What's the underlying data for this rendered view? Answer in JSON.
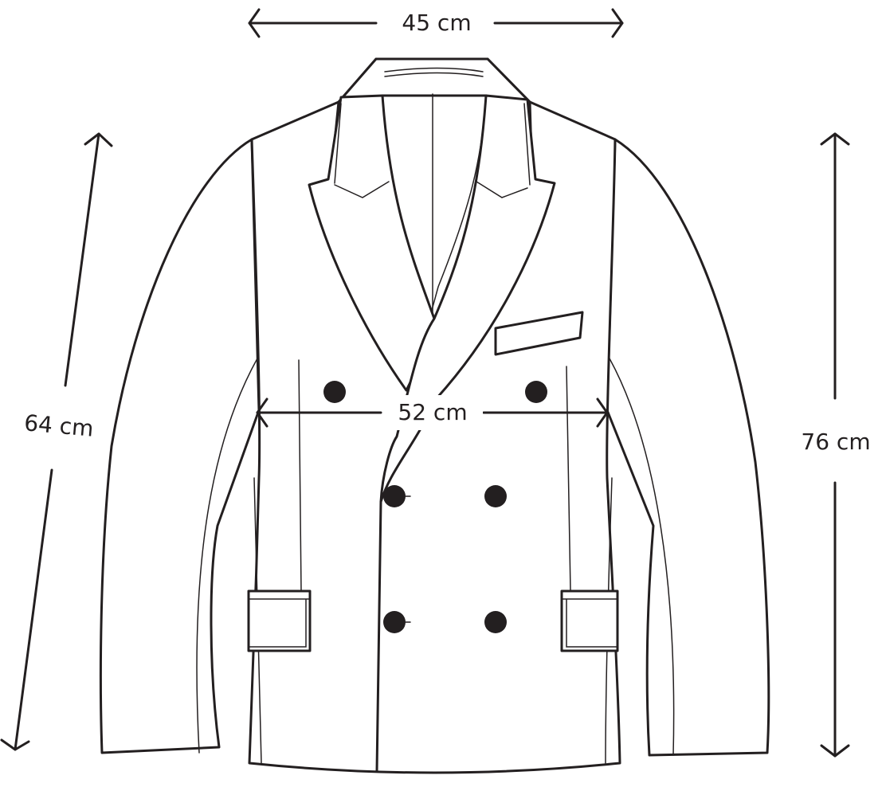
{
  "measurements": {
    "shoulder_width": "45 cm",
    "chest_width": "52 cm",
    "sleeve_length": "64 cm",
    "body_length": "76 cm"
  },
  "colors": {
    "line": "#231f20",
    "background": "#ffffff"
  }
}
